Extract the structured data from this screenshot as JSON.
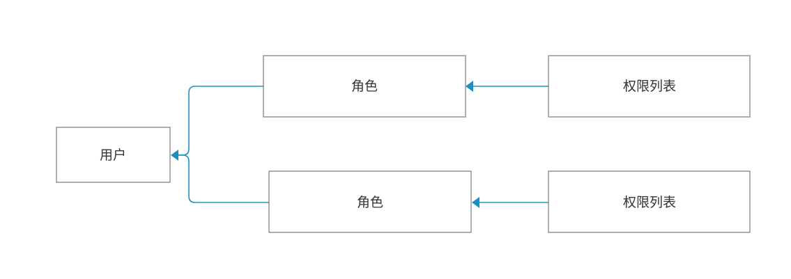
{
  "diagram": {
    "nodes": {
      "user": {
        "label": "用户"
      },
      "role_top": {
        "label": "角色"
      },
      "role_bottom": {
        "label": "角色"
      },
      "perm_top": {
        "label": "权限列表"
      },
      "perm_bottom": {
        "label": "权限列表"
      }
    },
    "edges": [
      {
        "from": "role_top",
        "to": "user"
      },
      {
        "from": "role_bottom",
        "to": "user"
      },
      {
        "from": "perm_top",
        "to": "role_top"
      },
      {
        "from": "perm_bottom",
        "to": "role_bottom"
      }
    ],
    "colors": {
      "edge": "#1e90c0",
      "node_border": "#7a7a7a",
      "text": "#333333"
    }
  }
}
